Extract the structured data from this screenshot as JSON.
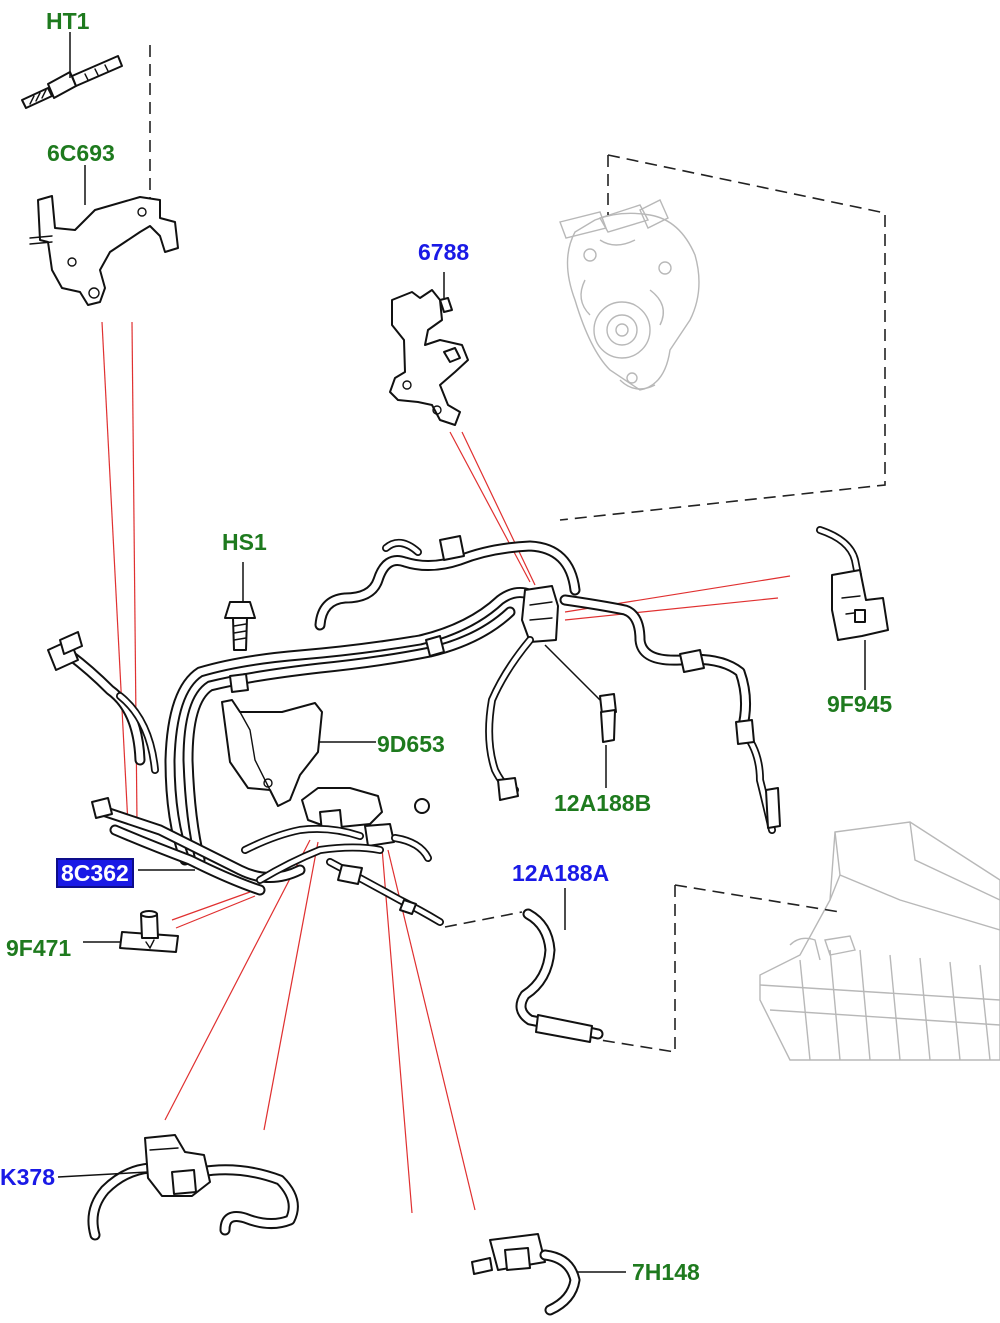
{
  "colors": {
    "label_green": "#1e7a1e",
    "label_blue": "#1a1ae6",
    "callout_red": "#e03030",
    "selected_bg": "#1a1ae6"
  },
  "labels": {
    "ht1": "HT1",
    "c6693": "6C693",
    "p6788": "6788",
    "hs1": "HS1",
    "d9653": "9D653",
    "f9945": "9F945",
    "a12188b": "12A188B",
    "c8362": "8C362",
    "a12188a": "12A188A",
    "f9471": "9F471",
    "k378": "K378",
    "h7148": "7H148"
  },
  "selected_part": "8C362"
}
